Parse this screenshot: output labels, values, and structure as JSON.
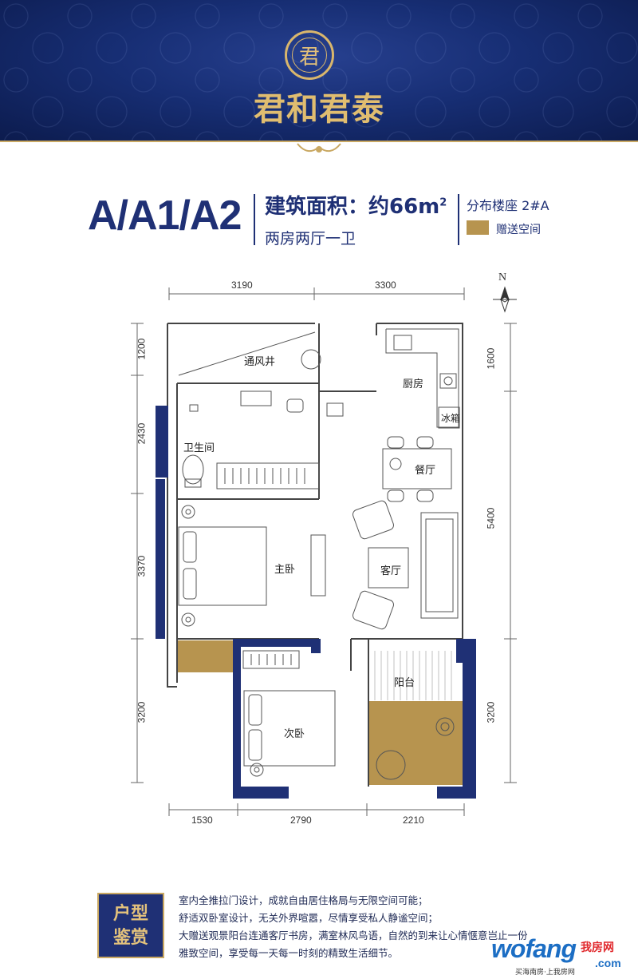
{
  "header": {
    "emblem_char": "君",
    "brand_name": "君和君泰"
  },
  "title": {
    "type_code": "A/A1/A2",
    "area_label": "建筑面积：约66m",
    "area_sup": "2",
    "layout": "两房两厅一卫",
    "building_label": "分布楼座 2#A",
    "legend_label": "赠送空间",
    "legend_color": "#b7944f"
  },
  "plan": {
    "north": "N",
    "dims_top": [
      "3190",
      "3300"
    ],
    "dims_bottom": [
      "1530",
      "2790",
      "2210"
    ],
    "dims_left": [
      "1200",
      "2430",
      "3370",
      "3200"
    ],
    "dims_right": [
      "1600",
      "5400",
      "3200"
    ],
    "rooms": {
      "shaft": "通风井",
      "kitchen": "厨房",
      "fridge": "冰箱",
      "bathroom": "卫生间",
      "dining": "餐厅",
      "master": "主卧",
      "living": "客厅",
      "balcony": "阳台",
      "second": "次卧"
    },
    "wall_color": "#1f3075"
  },
  "footer": {
    "badge_line1": "户型",
    "badge_line2": "鉴赏",
    "lines": [
      "室内全推拉门设计，成就自由居住格局与无限空间可能；",
      "舒适双卧室设计，无关外界喧嚣，尽情享受私人静谧空间；",
      "大赠送观景阳台连通客厅书房，满室林风鸟语，自然的到来让心情惬意岂止一份",
      "雅致空间，享受每一天每一时刻的精致生活细节。"
    ]
  },
  "watermark": {
    "brand": "wofang",
    "brand_cn": "我房网",
    "domain": ".com",
    "slogan": "买海南房·上我房网"
  }
}
